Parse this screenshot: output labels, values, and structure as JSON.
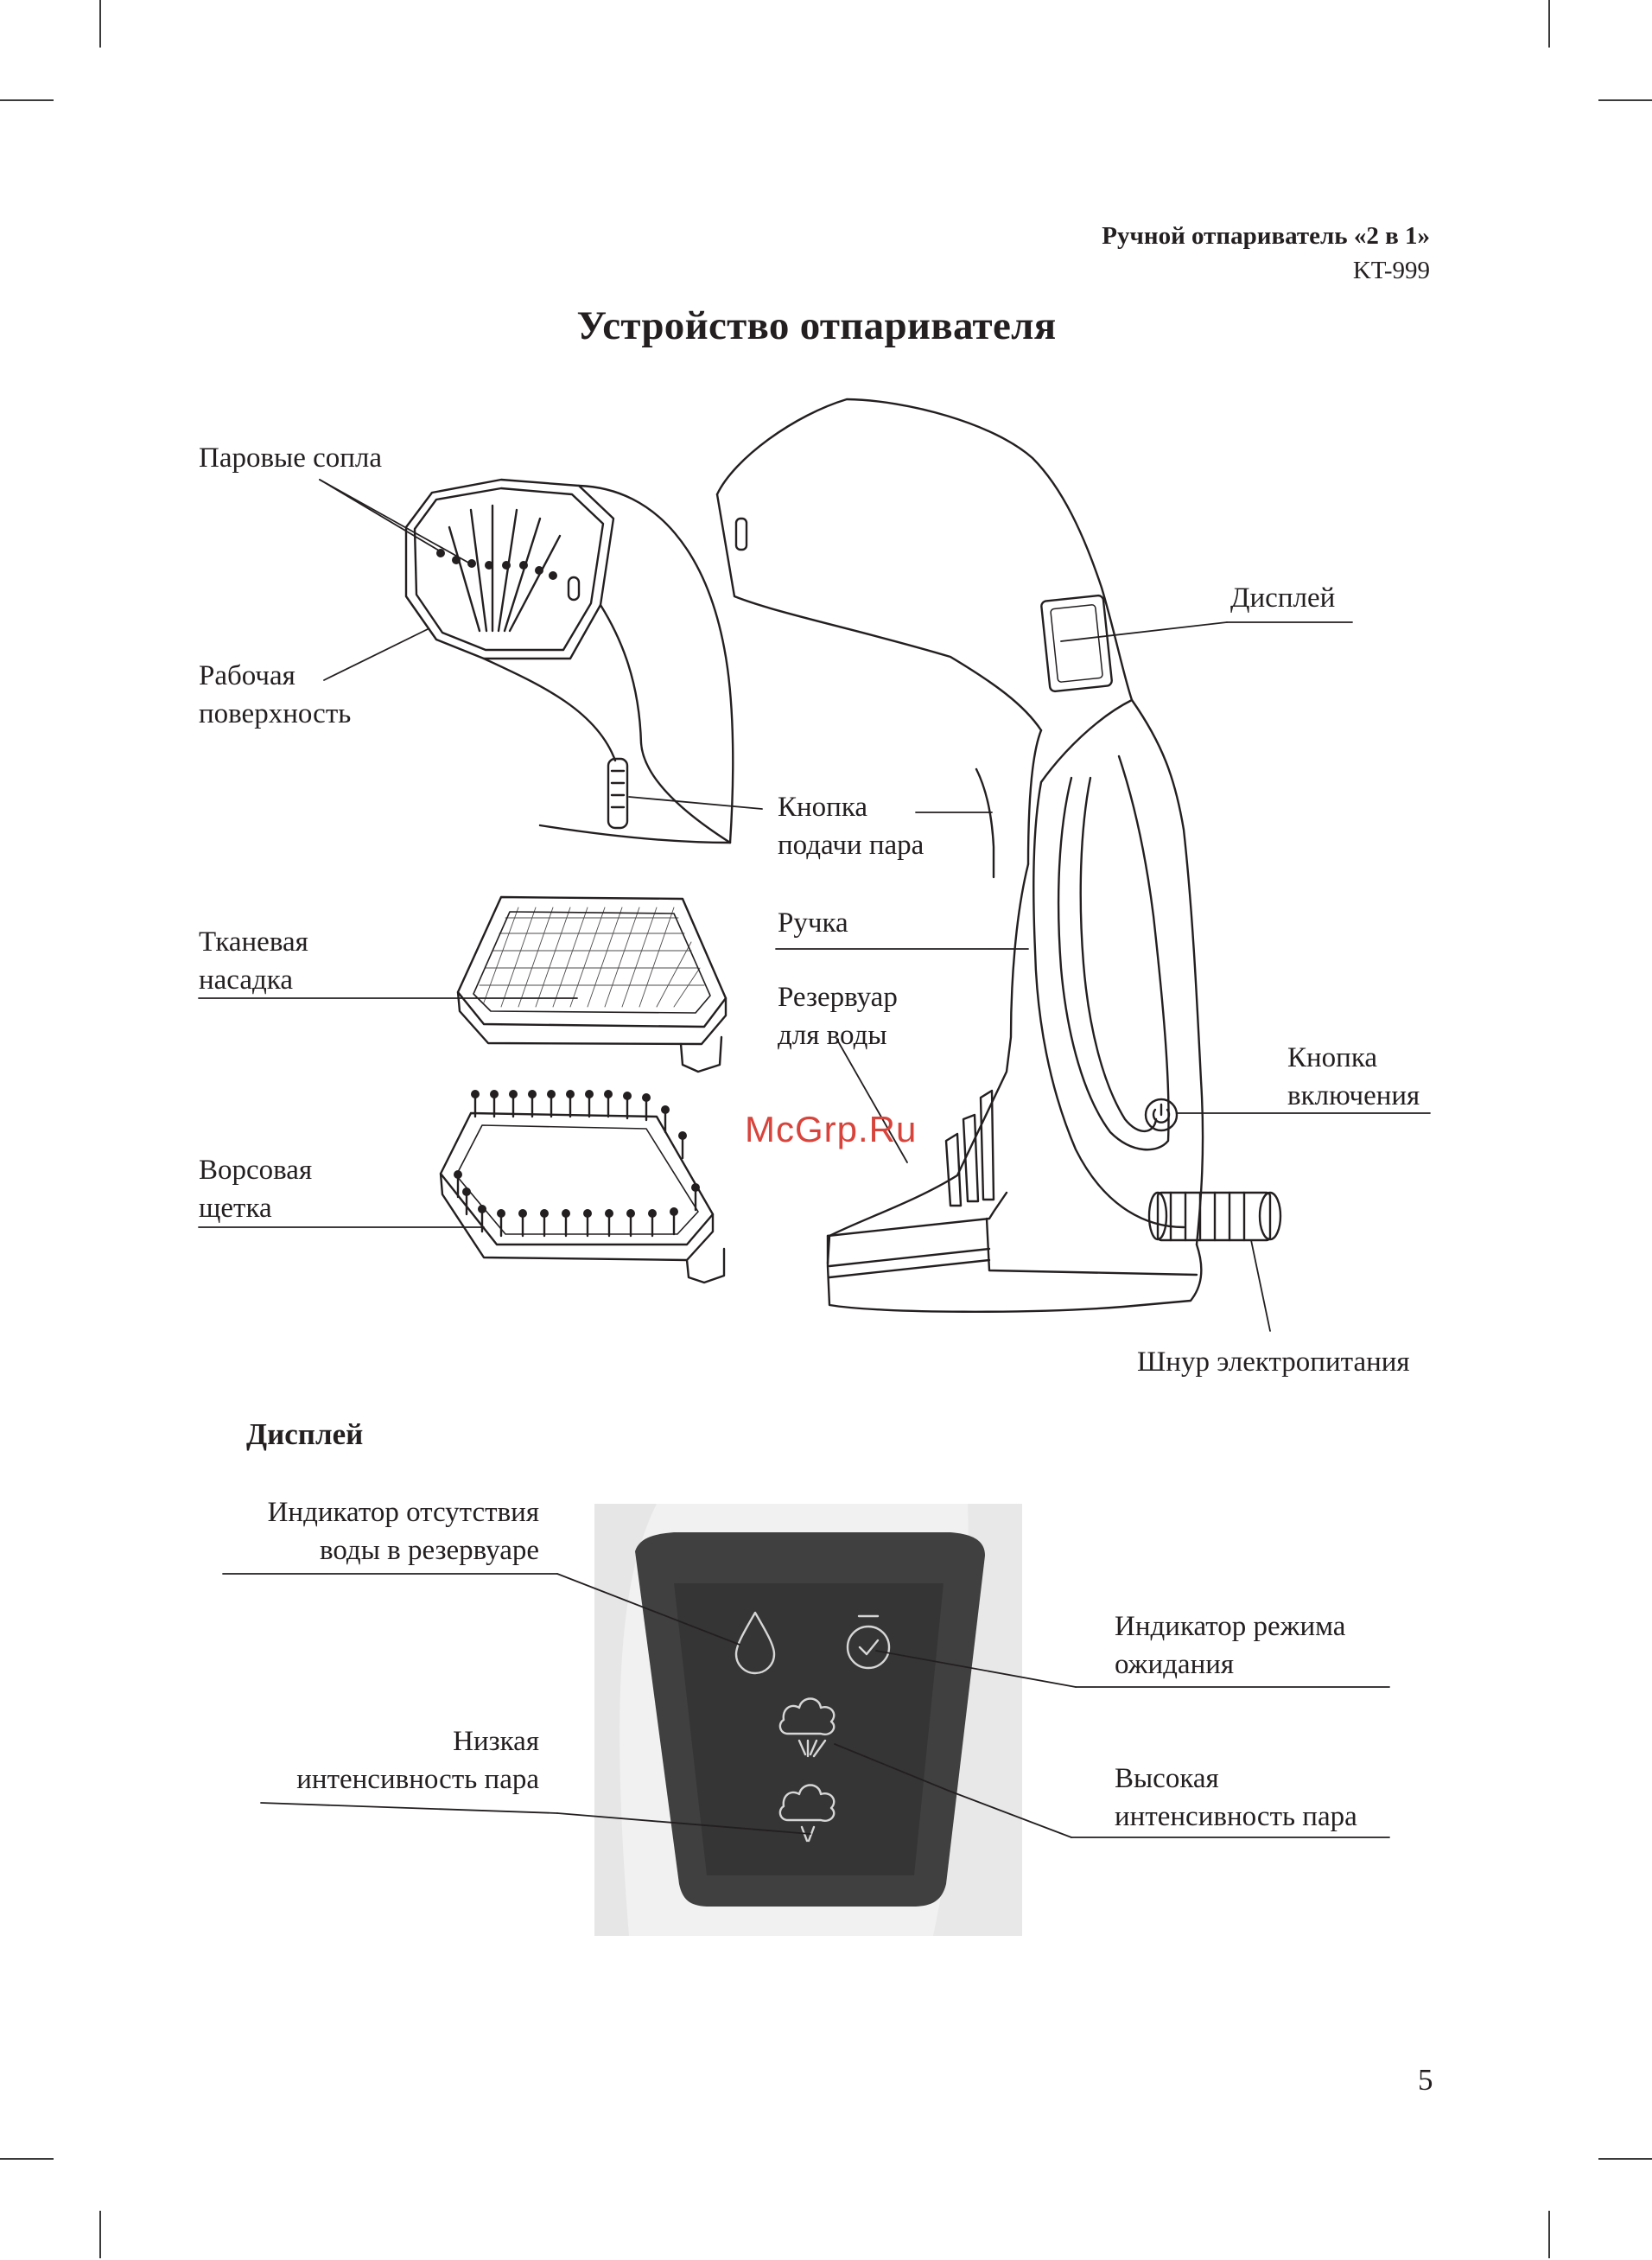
{
  "header": {
    "product": "Ручной отпариватель «2 в 1»",
    "model": "KT-999"
  },
  "title": "Устройство отпаривателя",
  "labels": {
    "steam_nozzles": "Паровые сопла",
    "work_surface": "Рабочая\nповерхность",
    "display": "Дисплей",
    "steam_button": "Кнопка\nподачи пара",
    "handle": "Ручка",
    "reservoir": "Резервуар\nдля воды",
    "fabric_nozzle": "Тканевая\nнасадка",
    "power_button": "Кнопка\nвключения",
    "bristle_brush": "Ворсовая\nщетка",
    "power_cord": "Шнур электропитания"
  },
  "display_section": {
    "heading": "Дисплей",
    "labels": {
      "no_water": "Индикатор отсутствия\nводы в резервуаре",
      "standby": "Индикатор режима\nожидания",
      "low_steam": "Низкая\nинтенсивность пара",
      "high_steam": "Высокая\nинтенсивность пара"
    }
  },
  "watermark": "McGrp.Ru",
  "page_number": "5",
  "colors": {
    "panel_dark": "#3d3d3d",
    "watermark": "#d8443c",
    "ink": "#231f20"
  },
  "icons": [
    "water-drop-icon",
    "standby-clock-icon",
    "high-steam-icon",
    "low-steam-icon",
    "power-icon"
  ]
}
